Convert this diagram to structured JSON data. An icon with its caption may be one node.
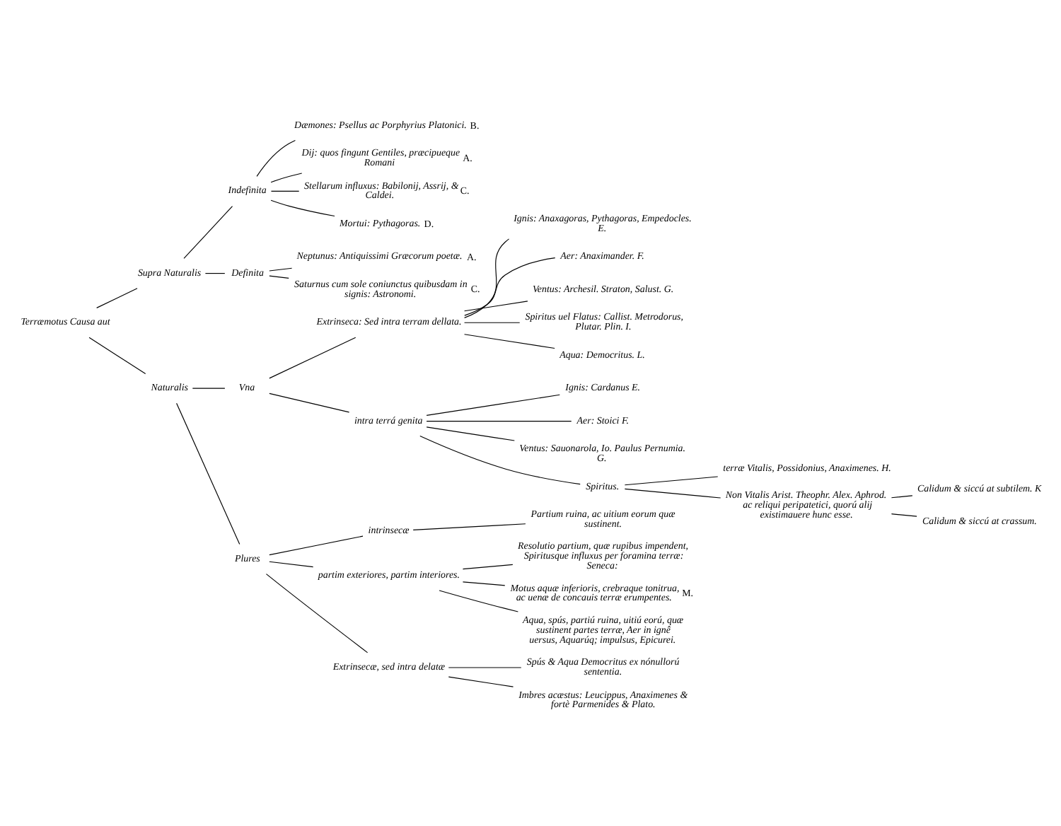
{
  "diagram": {
    "nodes": [
      {
        "text": [
          "Terræmotus Causa aut"
        ]
      },
      {
        "text": [
          "Supra Naturalis"
        ]
      },
      {
        "text": [
          "Indefinita"
        ]
      },
      {
        "text": [
          "Dæmones: Psellus ac Porphyrius Platonici."
        ],
        "beside": [
          "B."
        ]
      },
      {
        "text": [
          "Dij: quos fingunt Gentiles, præcipueque Romani"
        ],
        "beside": [
          "A."
        ]
      },
      {
        "text": [
          "Stellarum influxus: Babilonij, Assrij, & Caldei."
        ],
        "beside": [
          "C."
        ]
      },
      {
        "text": [
          "Mortui: Pythagoras."
        ],
        "beside": [
          "D."
        ]
      },
      {
        "text": [
          "Definita"
        ]
      },
      {
        "text": [
          "Neptunus: Antiquissimi Græcorum poetæ."
        ],
        "beside": [
          "A."
        ]
      },
      {
        "text": [
          "Saturnus cum sole coniunctus quibusdam in signis: Astronomi."
        ],
        "beside": [
          "C."
        ]
      },
      {
        "text": [
          "Naturalis"
        ]
      },
      {
        "text": [
          "Vna"
        ]
      },
      {
        "text": [
          "Extrinseca: Sed intra terram dellata."
        ]
      },
      {
        "text": [
          "Ignis: Anaxagoras, Pythagoras, Empedocles. E."
        ]
      },
      {
        "text": [
          "Aer: Anaximander. F."
        ]
      },
      {
        "text": [
          "Ventus: Archesil. Straton, Salust. G."
        ]
      },
      {
        "text": [
          "Spiritus uel Flatus: Callist. Metrodorus, Plutar. Plin. I."
        ]
      },
      {
        "text": [
          "Aqua: Democritus. L."
        ]
      },
      {
        "text": [
          "intra terrá genita"
        ]
      },
      {
        "text": [
          "Ignis: Cardanus E."
        ]
      },
      {
        "text": [
          "Aer: Stoici F."
        ]
      },
      {
        "text": [
          "Ventus: Sauonarola, Io. Paulus Pernumia. G."
        ]
      },
      {
        "text": [
          "Spiritus."
        ]
      },
      {
        "text": [
          "terræ Vitalis, Possidonius, Anaximenes. H."
        ]
      },
      {
        "text": [
          "Non Vitalis Arist. Theophr. Alex. Aphrod. ac reliqui peripatetici, quorú alij existimauere hunc esse."
        ]
      },
      {
        "text": [
          "Calidum & siccú at subtilem. K"
        ]
      },
      {
        "text": [
          "Calidum & siccú at crassum."
        ]
      },
      {
        "text": [
          "Plures"
        ]
      },
      {
        "text": [
          "intrinsecæ"
        ]
      },
      {
        "text": [
          "Partium ruina, ac uitium eorum quæ sustinent."
        ]
      },
      {
        "text": [
          "partim exteriores, partim interiores."
        ]
      },
      {
        "text": [
          "Resolutio partium, quæ rupibus impendent, Spiritusque influxus per foramina terræ: Seneca:"
        ]
      },
      {
        "text": [
          "Motus aquæ inferioris, crebraque tonitrua, ac uenæ de concauis terræ erumpentes."
        ],
        "beside": [
          "M."
        ]
      },
      {
        "text": [
          "Aqua, spús, partiú ruina, uitiú eorú, quæ sustinent partes terræ, Aer in ignê uersus, Aquarúq; impulsus, Epicurei."
        ]
      },
      {
        "text": [
          "Extrinsecæ, sed intra delatæ"
        ]
      },
      {
        "text": [
          "Spús & Aqua Democritus ex nónullorú sententia."
        ]
      },
      {
        "text": [
          "Imbres acæstus: Leucippus, Anaximenes & fortè Parmenides & Plato."
        ]
      }
    ],
    "edges": [
      {
        "from": 0,
        "to": 1,
        "arrow": "none"
      },
      {
        "from": 1,
        "to": 2,
        "arrow": "none"
      },
      {
        "from": 2,
        "to": 3,
        "arrow": "none"
      },
      {
        "from": 2,
        "to": 4,
        "arrow": "none"
      },
      {
        "from": 2,
        "to": 5,
        "arrow": "none"
      },
      {
        "from": 2,
        "to": 6,
        "arrow": "none"
      },
      {
        "from": 1,
        "to": 7,
        "arrow": "none"
      },
      {
        "from": 7,
        "to": 8,
        "arrow": "none"
      },
      {
        "from": 7,
        "to": 9,
        "arrow": "none"
      },
      {
        "from": 0,
        "to": 10,
        "arrow": "none"
      },
      {
        "from": 10,
        "to": 11,
        "arrow": "none"
      },
      {
        "from": 11,
        "to": 12,
        "arrow": "none"
      },
      {
        "from": 12,
        "to": 13,
        "arrow": "none"
      },
      {
        "from": 12,
        "to": 14,
        "arrow": "none"
      },
      {
        "from": 12,
        "to": 15,
        "arrow": "none"
      },
      {
        "from": 12,
        "to": 16,
        "arrow": "none"
      },
      {
        "from": 12,
        "to": 17,
        "arrow": "none"
      },
      {
        "from": 11,
        "to": 18,
        "arrow": "none"
      },
      {
        "from": 18,
        "to": 19,
        "arrow": "none"
      },
      {
        "from": 18,
        "to": 20,
        "arrow": "none"
      },
      {
        "from": 18,
        "to": 21,
        "arrow": "none"
      },
      {
        "from": 18,
        "to": 22,
        "arrow": "none"
      },
      {
        "from": 22,
        "to": 23,
        "arrow": "none"
      },
      {
        "from": 22,
        "to": 24,
        "arrow": "none"
      },
      {
        "from": 24,
        "to": 25,
        "arrow": "none"
      },
      {
        "from": 24,
        "to": 26,
        "arrow": "none"
      },
      {
        "from": 10,
        "to": 27,
        "arrow": "none"
      },
      {
        "from": 27,
        "to": 28,
        "arrow": "none"
      },
      {
        "from": 28,
        "to": 29,
        "arrow": "none"
      },
      {
        "from": 27,
        "to": 30,
        "arrow": "none"
      },
      {
        "from": 30,
        "to": 31,
        "arrow": "none"
      },
      {
        "from": 30,
        "to": 32,
        "arrow": "none"
      },
      {
        "from": 30,
        "to": 33,
        "arrow": "none"
      },
      {
        "from": 27,
        "to": 34,
        "arrow": "none"
      },
      {
        "from": 34,
        "to": 35,
        "arrow": "none"
      },
      {
        "from": 34,
        "to": 36,
        "arrow": "none"
      }
    ]
  }
}
